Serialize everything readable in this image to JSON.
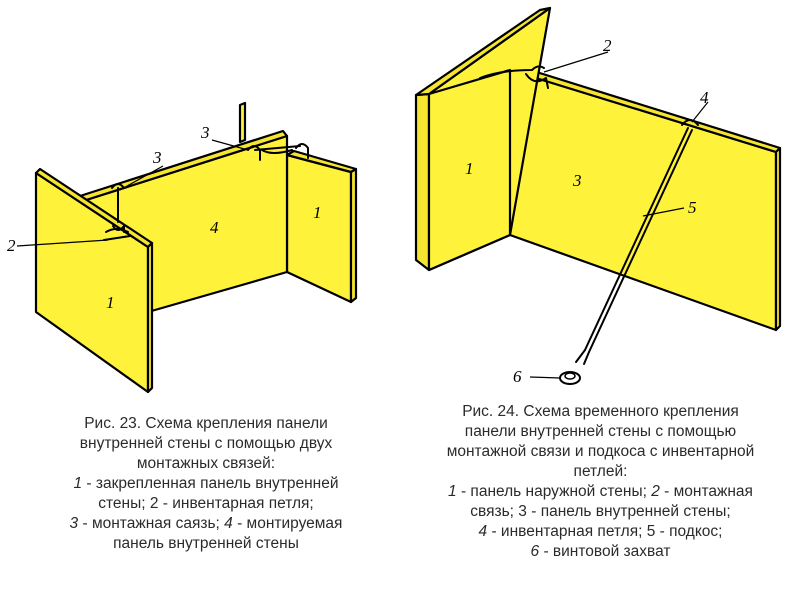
{
  "figure23": {
    "labels": {
      "n1_front": "1",
      "n1_back": "1",
      "n2": "2",
      "n3_left": "3",
      "n3_right": "3",
      "n4": "4"
    },
    "caption": {
      "line1": "Рис. 23. Схема крепления панели",
      "line2": "внутренней стены с помощью двух",
      "line3": "монтажных связей:",
      "l4_num": "1",
      "l4_text": " - закрепленная панель внутренней",
      "line5": "стены; 2 - инвентарная петля;",
      "l6_num": "3",
      "l6_mid": " - монтажная саязь; ",
      "l6_num2": "4",
      "l6_end": " - монтируемая",
      "line7": "панель внутренней стены"
    }
  },
  "figure24": {
    "labels": {
      "n1": "1",
      "n2": "2",
      "n3": "3",
      "n4": "4",
      "n5": "5",
      "n6": "6"
    },
    "caption": {
      "line1": "Рис. 24. Схема временного крепления",
      "line2": "панели внутренней стены с помощью",
      "line3": "монтажной связи и подкоса с инвентарной",
      "line4": "петлей:",
      "l5_num1": "1",
      "l5_text1": " - панель наружной стены; ",
      "l5_num2": "2",
      "l5_text2": " - монтажная",
      "line6": "связь; 3 - панель внутренней стены;",
      "l7_num": "4",
      "l7_text": " - инвентарная петля; 5 - подкос;",
      "l8_num": "6",
      "l8_text": " - винтовой захват"
    }
  },
  "colors": {
    "panel": "#fff23b",
    "outline": "#000000",
    "caption_text": "#2b2b2b"
  }
}
